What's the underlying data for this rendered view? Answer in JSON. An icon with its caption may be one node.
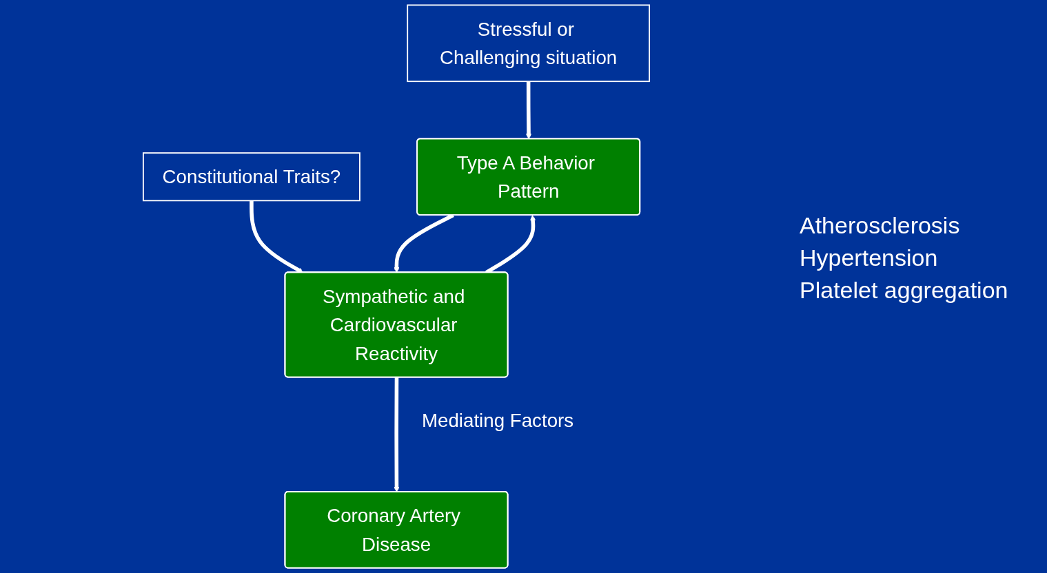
{
  "diagram": {
    "nodes": [
      {
        "text": [
          "Stressful or Challenging situation"
        ]
      },
      {
        "text": [
          "Constitutional Traits?"
        ]
      },
      {
        "text": [
          "Type A Behavior Pattern"
        ]
      },
      {
        "text": [
          "Sympathetic and Cardiovascular Reactivity"
        ]
      },
      {
        "text": [
          "Coronary Artery Disease"
        ]
      }
    ],
    "edges": [
      {
        "from": 0,
        "to": 2,
        "arrow": "to"
      },
      {
        "from": 1,
        "to": 3,
        "arrow": "to"
      },
      {
        "from": 2,
        "to": 3,
        "arrow": "to"
      },
      {
        "from": 3,
        "to": 2,
        "arrow": "to"
      },
      {
        "from": 3,
        "to": 4,
        "arrow": "to",
        "label": "Mediating Factors"
      }
    ],
    "labels": [
      "Atherosclerosis",
      "Hypertension",
      "Platelet aggregation"
    ]
  }
}
